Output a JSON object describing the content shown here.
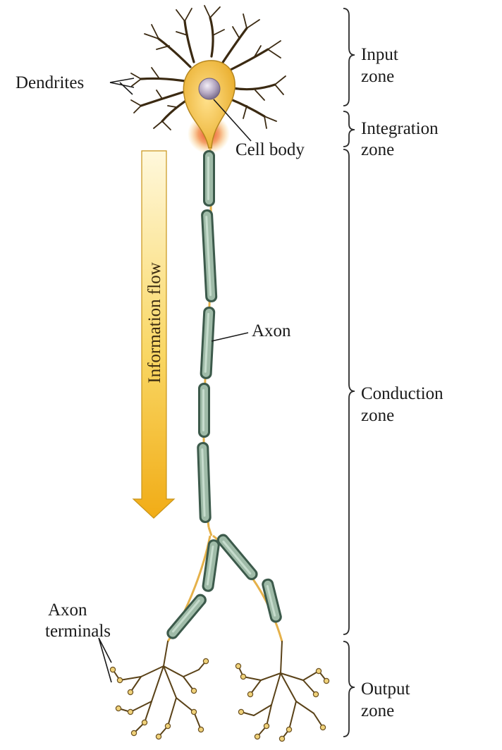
{
  "labels": {
    "dendrites": "Dendrites",
    "cell_body": "Cell body",
    "axon": "Axon",
    "axon_terminals_line1": "Axon",
    "axon_terminals_line2": "terminals",
    "information_flow": "Information flow"
  },
  "zones": [
    {
      "line1": "Input",
      "line2": "zone"
    },
    {
      "line1": "Integration",
      "line2": "zone"
    },
    {
      "line1": "Conduction",
      "line2": "zone"
    },
    {
      "line1": "Output",
      "line2": "zone"
    }
  ],
  "colors": {
    "soma": "#f3c552",
    "nucleus": "#b9adc4",
    "hillock_glow": "#e53e1f",
    "myelin": "#9fbba8",
    "arrow_top": "#fff6d6",
    "arrow_bottom": "#f2b21c"
  }
}
